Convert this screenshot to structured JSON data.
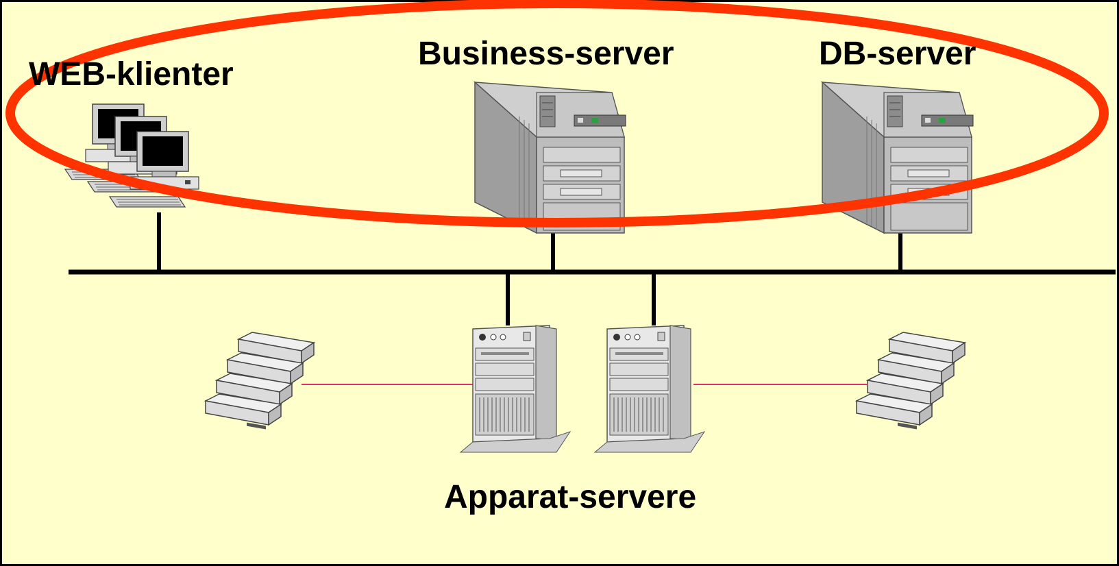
{
  "labels": {
    "web_clients": "WEB-klienter",
    "business_server": "Business-server",
    "db_server": "DB-server",
    "device_servers": "Apparat-servere"
  },
  "colors": {
    "background": "#ffffcc",
    "highlight_ellipse": "#ff3300",
    "network_bus": "#000000",
    "device_link": "#e0306a",
    "equipment_gray": "#b4b4b4"
  },
  "icons": [
    "workstation-cluster-icon",
    "tower-server-icon",
    "pc-server-icon",
    "storage-device-stack-icon"
  ]
}
